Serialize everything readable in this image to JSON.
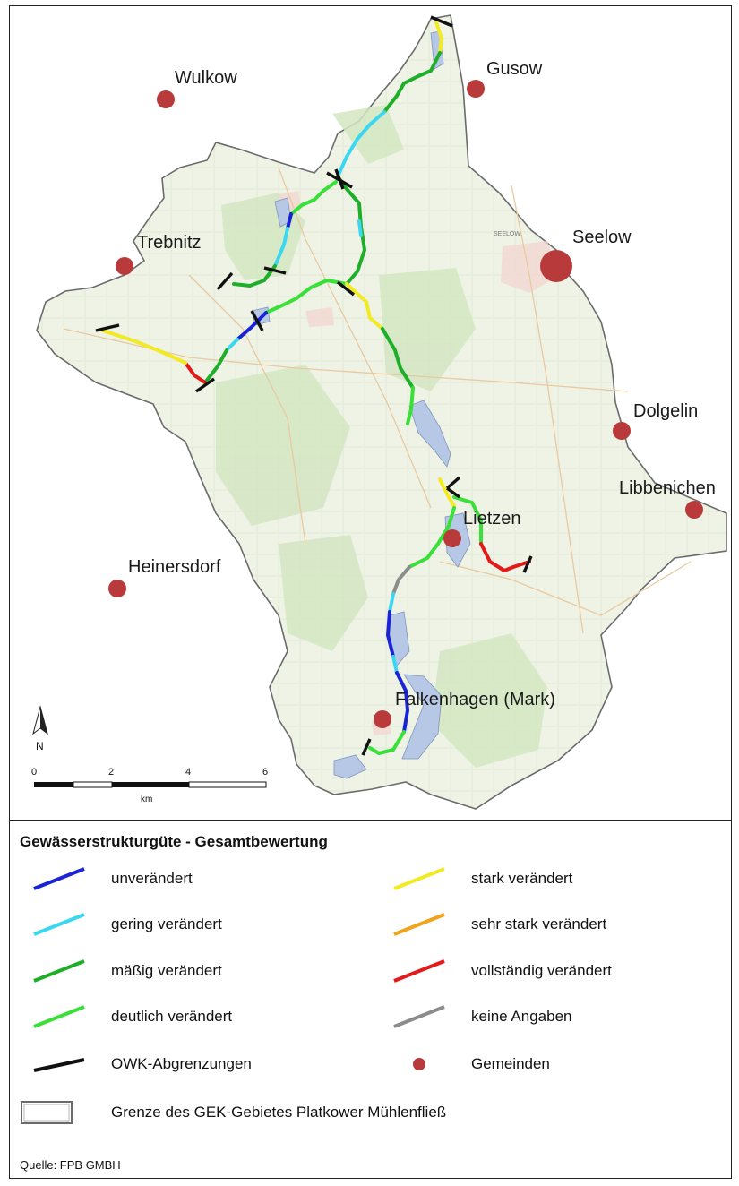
{
  "map": {
    "places": [
      {
        "name": "Wulkow",
        "size": "normal"
      },
      {
        "name": "Gusow",
        "size": "normal"
      },
      {
        "name": "Trebnitz",
        "size": "normal"
      },
      {
        "name": "Seelow",
        "size": "large"
      },
      {
        "name": "Dolgelin",
        "size": "normal"
      },
      {
        "name": "Libbenichen",
        "size": "normal"
      },
      {
        "name": "Lietzen",
        "size": "normal"
      },
      {
        "name": "Heinersdorf",
        "size": "normal"
      },
      {
        "name": "Falkenhagen (Mark)",
        "size": "normal"
      }
    ],
    "background_labels": {
      "seelow_small": "SEELOW"
    },
    "north_label": "N",
    "scalebar": {
      "ticks": [
        "0",
        "2",
        "4",
        "6"
      ],
      "unit": "km"
    },
    "colors": {
      "unveraendert": "#1a24d6",
      "gering": "#3ad8f0",
      "maessig": "#1fae2a",
      "deutlich": "#38e038",
      "stark": "#f2ea23",
      "sehr_stark": "#f0a31c",
      "vollstaendig": "#e31a1a",
      "keine": "#8c8c8c",
      "owk": "#111111",
      "gemeinde": "#b83a3a",
      "boundary": "#6b6b6b",
      "lake": "#b7c8e6"
    }
  },
  "legend": {
    "title": "Gewässerstrukturgüte - Gesamtbewertung",
    "left": [
      {
        "label": "unverändert",
        "color": "#1a24d6"
      },
      {
        "label": "gering verändert",
        "color": "#3ad8f0"
      },
      {
        "label": "mäßig verändert",
        "color": "#1fae2a"
      },
      {
        "label": "deutlich verändert",
        "color": "#38e038"
      }
    ],
    "right": [
      {
        "label": "stark verändert",
        "color": "#f2ea23"
      },
      {
        "label": "sehr stark verändert",
        "color": "#f0a31c"
      },
      {
        "label": "vollständig verändert",
        "color": "#e31a1a"
      },
      {
        "label": "keine Angaben",
        "color": "#8c8c8c"
      }
    ],
    "owk": "OWK-Abgrenzungen",
    "gemeinden": "Gemeinden",
    "boundary": "Grenze des GEK-Gebietes Platkower Mühlenfließ"
  },
  "source": "Quelle: FPB GMBH"
}
